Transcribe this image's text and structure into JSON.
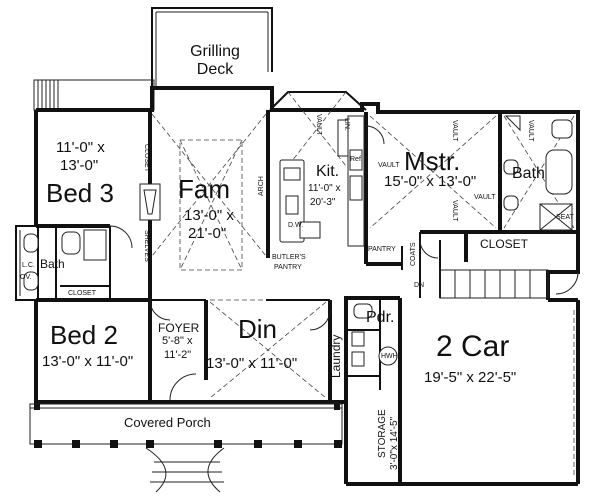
{
  "rooms": {
    "grilling_deck": {
      "name_line1": "Grilling",
      "name_line2": "Deck"
    },
    "bed3": {
      "dim_w": "11'-0\" x",
      "dim_h": "13'-0\"",
      "name": "Bed 3"
    },
    "fam": {
      "name": "Fam",
      "dim_line1": "13'-0\" x",
      "dim_line2": "21'-0\""
    },
    "kit": {
      "name": "Kit.",
      "dim_line1": "11'-0\" x",
      "dim_line2": "20'-3\""
    },
    "mstr": {
      "name": "Mstr.",
      "dim": "15'-0\" x 13'-0\""
    },
    "mstr_bath": {
      "name": "Bath"
    },
    "closet_master": {
      "name": "CLOSET"
    },
    "bath": {
      "name": "Bath"
    },
    "bed2": {
      "name": "Bed 2",
      "dim": "13'-0\" x 11'-0\""
    },
    "foyer": {
      "name": "FOYER",
      "dim_line1": "5'-8\" x",
      "dim_line2": "11'-2\""
    },
    "din": {
      "name": "Din",
      "dim": "13'-0\" x 11'-0\""
    },
    "laundry": {
      "name": "Laundry"
    },
    "pdr": {
      "name": "Pdr."
    },
    "garage": {
      "name": "2 Car",
      "dim": "19'-5\" x 22'-5\""
    },
    "storage": {
      "name": "STORAGE",
      "dim": "3'-0\"x 14'-5\""
    },
    "porch": {
      "name": "Covered Porch"
    }
  },
  "small_labels": {
    "closet_bed3": "CLOSET",
    "shelves": "SHELVES",
    "closet_bath": "CLOSET",
    "lc": "L.C.",
    "arch": "ARCH",
    "vault_kitchen": "VAULT",
    "vault_master_left": "VAULT",
    "vault_master_top": "VAULT",
    "vault_master_right": "VAULT",
    "vault_master_mid": "VAULT",
    "vault_bath": "VAULT",
    "butlers_line1": "BUTLER'S",
    "butlers_line2": "PANTRY",
    "pantry": "PANTRY",
    "coats": "COATS",
    "dw": "D.W.",
    "ref": "Ref.",
    "hwh": "HWH",
    "dn": "DN",
    "seat": "SEAT",
    "ov": "OV.",
    "lin": "LIN."
  }
}
